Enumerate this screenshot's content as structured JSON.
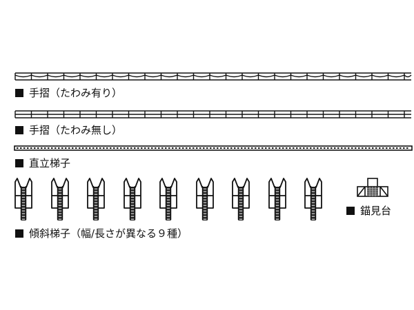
{
  "parts": {
    "railing_sag": {
      "label": "手摺（たわみ有り）"
    },
    "railing_nosag": {
      "label": "手摺（たわみ無し）"
    },
    "vertical_ladder": {
      "label": "直立梯子"
    },
    "inclined_ladder": {
      "label": "傾斜梯子（幅/長さが異なる９種）",
      "count": 9
    },
    "anchor_platform": {
      "label": "錨見台"
    }
  },
  "colors": {
    "line": "#111111",
    "background": "#ffffff"
  },
  "bullet_icon": "black-square"
}
